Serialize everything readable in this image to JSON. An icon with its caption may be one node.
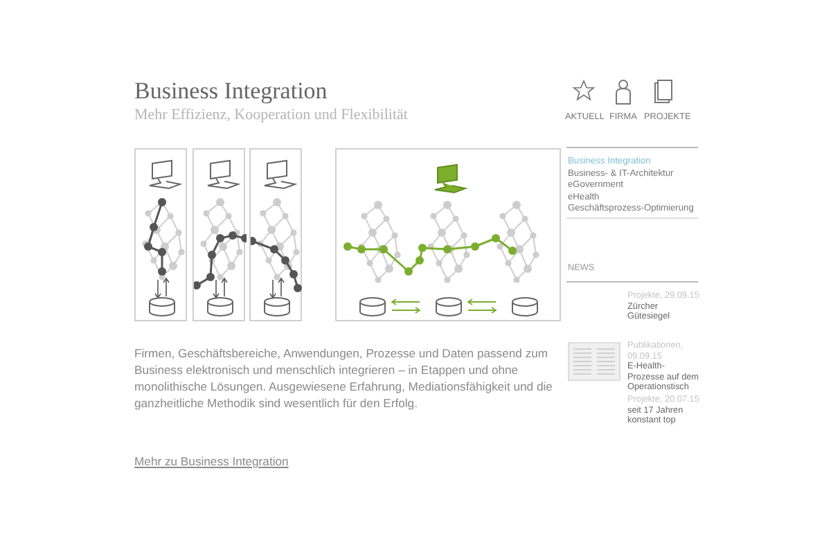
{
  "diagram": {
    "title": "Business Integration",
    "labels": [
      "Mehr Effizienz, Kooperation und Flexibilität",
      "AKTUELL",
      "FIRMA",
      "PROJEKTE",
      "Business Integration",
      "Business- & IT-Architektur",
      "eGovernment",
      "eHealth",
      "Geschäftsprozess-Optimierung",
      "NEWS",
      "Projekte, 29.09.15",
      "Zürcher Gütesiegel",
      "Publikationen, 09.09.15",
      "E-Health-Prozesse auf dem Operationstisch",
      "Projekte, 20.07.15",
      "seit 17 Jahren konstant top",
      "Firmen, Geschäftsbereiche, Anwendungen, Prozesse und Daten passend zum Business elektronisch und menschlich integrieren – in Etappen und ohne monolithische Lösungen. Ausgewiesene Erfahrung, Mediationsfähigkeit und die ganzheitliche Methodik sind wesentlich für den Erfolg.",
      "Mehr zu Business Integration"
    ]
  }
}
